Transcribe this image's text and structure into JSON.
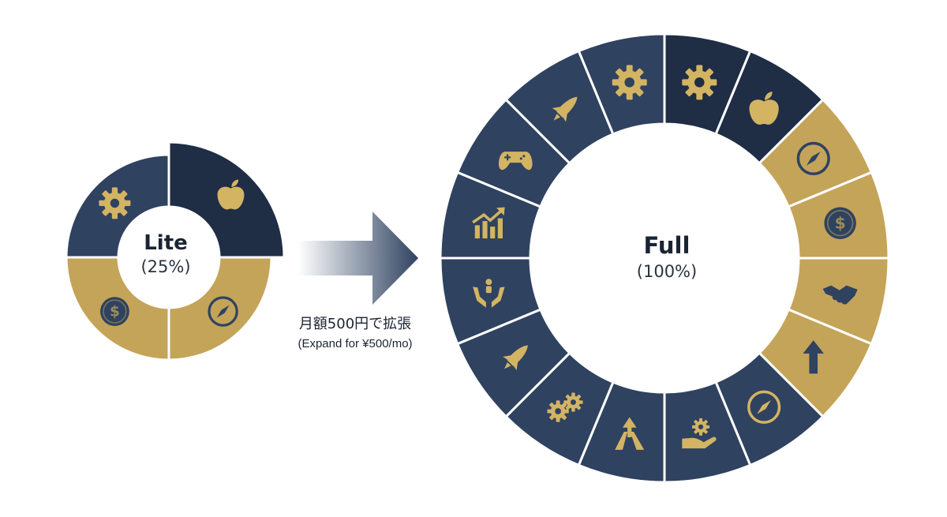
{
  "colors": {
    "navy": "#2f4260",
    "navy_dark": "#1f2d45",
    "gold": "#c4a459",
    "icon_gold": "#d3b463",
    "icon_navy": "#2f4260",
    "text": "#1a2433"
  },
  "lite": {
    "title": "Lite",
    "subtitle": "(25%)",
    "segments": [
      {
        "icon": "gear-icon",
        "fill": "navy"
      },
      {
        "icon": "apple-icon",
        "fill": "navy_dark",
        "expanded": true
      },
      {
        "icon": "compass-icon",
        "fill": "gold"
      },
      {
        "icon": "dollar-coin-icon",
        "fill": "gold"
      }
    ]
  },
  "arrow": {
    "caption_ja": "月額500円で拡張",
    "caption_en": "(Expand for ¥500/mo)"
  },
  "full": {
    "title": "Full",
    "subtitle": "(100%)",
    "segments": [
      {
        "icon": "gear-icon",
        "fill": "navy_dark"
      },
      {
        "icon": "apple-icon",
        "fill": "navy_dark"
      },
      {
        "icon": "compass-icon",
        "fill": "gold"
      },
      {
        "icon": "dollar-coin-icon",
        "fill": "gold"
      },
      {
        "icon": "handshake-icon",
        "fill": "gold"
      },
      {
        "icon": "up-arrow-icon",
        "fill": "gold"
      },
      {
        "icon": "compass-icon",
        "fill": "navy"
      },
      {
        "icon": "hand-gear-icon",
        "fill": "navy"
      },
      {
        "icon": "merge-arrows-icon",
        "fill": "navy"
      },
      {
        "icon": "gears-icon",
        "fill": "navy"
      },
      {
        "icon": "rocket-icon",
        "fill": "navy"
      },
      {
        "icon": "hands-person-icon",
        "fill": "navy"
      },
      {
        "icon": "growth-chart-icon",
        "fill": "navy"
      },
      {
        "icon": "gamepad-icon",
        "fill": "navy"
      },
      {
        "icon": "rocket-icon",
        "fill": "navy"
      },
      {
        "icon": "gear-icon",
        "fill": "navy"
      }
    ]
  }
}
